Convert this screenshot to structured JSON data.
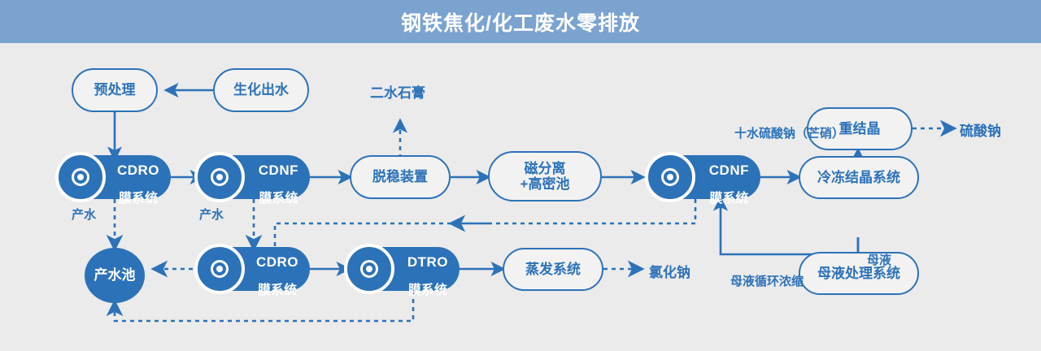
{
  "header": {
    "title": "钢铁焦化/化工废水零排放"
  },
  "colors": {
    "header_bg": "#7aa3d0",
    "canvas_bg": "#ebebeb",
    "accent": "#2c72b8",
    "node_text_light": "#ffffff"
  },
  "nodes": [
    {
      "id": "pretreatment",
      "label": "预处理",
      "style": "pill-outline"
    },
    {
      "id": "biochemical-effluent",
      "label": "生化出水",
      "style": "pill-outline"
    },
    {
      "id": "cdro-1",
      "label_en": "CDRO",
      "label_cn": "膜系统",
      "style": "pill-solid",
      "icon": "membrane-icon"
    },
    {
      "id": "cdnf-1",
      "label_en": "CDNF",
      "label_cn": "膜系统",
      "style": "pill-solid",
      "icon": "membrane-icon"
    },
    {
      "id": "destabilizer",
      "label": "脱稳装置",
      "style": "pill-outline"
    },
    {
      "id": "magnetic-separation",
      "label": "磁分离\n+高密池",
      "style": "pill-outline"
    },
    {
      "id": "cdnf-2",
      "label_en": "CDNF",
      "label_cn": "膜系统",
      "style": "pill-solid",
      "icon": "membrane-icon"
    },
    {
      "id": "freeze-crystallizer",
      "label": "冷冻结晶系统",
      "style": "pill-outline"
    },
    {
      "id": "recrystallizer",
      "label": "重结晶",
      "style": "pill-outline"
    },
    {
      "id": "mother-liquor-system",
      "label": "母液处理系统",
      "style": "pill-outline"
    },
    {
      "id": "product-water-pond",
      "label": "产水池",
      "style": "circle-solid"
    },
    {
      "id": "cdro-2",
      "label_en": "CDRO",
      "label_cn": "膜系统",
      "style": "pill-solid",
      "icon": "membrane-icon"
    },
    {
      "id": "dtro-1",
      "label_en": "DTRO",
      "label_cn": "膜系统",
      "style": "pill-solid",
      "icon": "membrane-icon"
    },
    {
      "id": "evaporation-system",
      "label": "蒸发系统",
      "style": "pill-outline"
    }
  ],
  "edge_labels": {
    "gypsum": "二水石膏",
    "sodium_sulfate": "硫酸钠",
    "glauber_salt": "十水硫酸钠（芒硝）",
    "mother_liquor": "母液",
    "mother_liquor_recycle": "母液循环浓缩",
    "product_water_1": "产水",
    "product_water_2": "产水",
    "sodium_chloride": "氯化钠"
  }
}
